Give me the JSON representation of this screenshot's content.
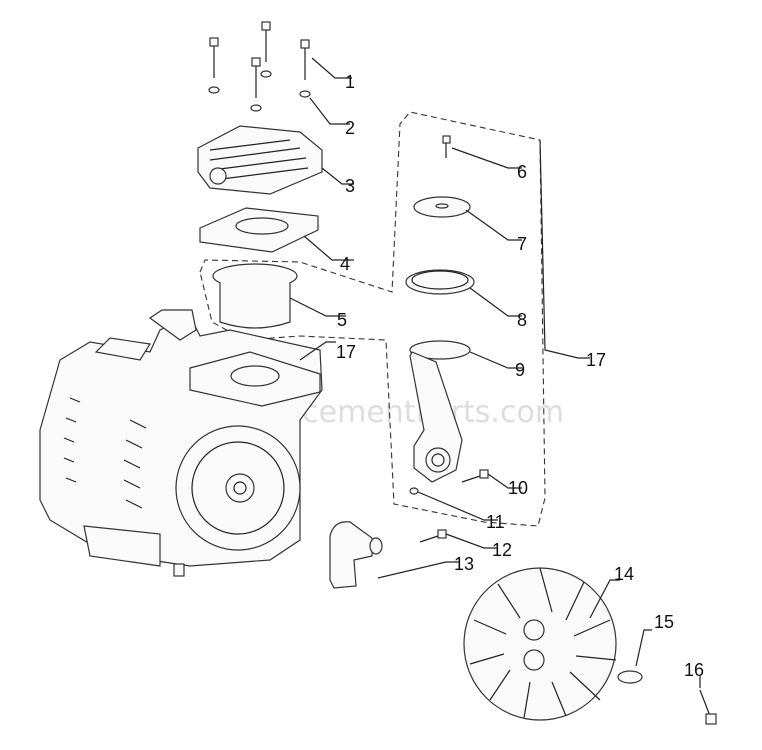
{
  "watermark": "eReplacementParts.com",
  "callouts": {
    "c1": "1",
    "c2": "2",
    "c3": "3",
    "c4": "4",
    "c5": "5",
    "c6": "6",
    "c7": "7",
    "c8": "8",
    "c9": "9",
    "c10": "10",
    "c11": "11",
    "c12": "12",
    "c13": "13",
    "c14": "14",
    "c15": "15",
    "c16": "16",
    "c17a": "17",
    "c17b": "17"
  }
}
